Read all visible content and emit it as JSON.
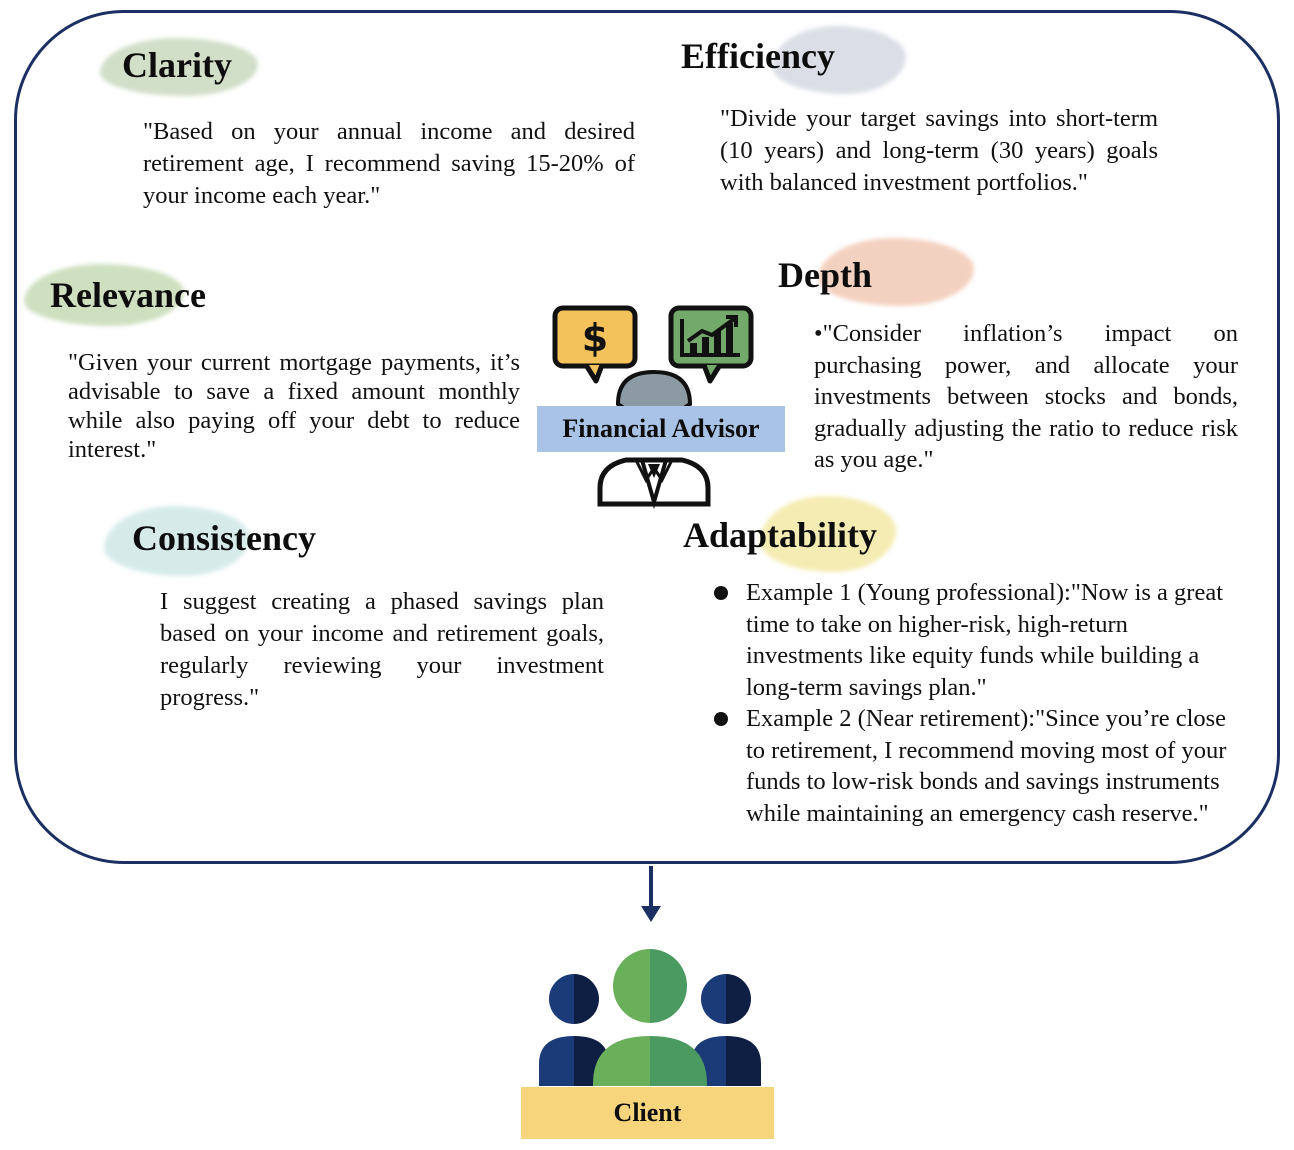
{
  "advisor": {
    "label": "Financial Advisor",
    "icons": [
      "dollar-bubble-icon",
      "growth-chart-bubble-icon",
      "advisor-person-icon"
    ]
  },
  "client": {
    "label": "Client",
    "icon": "client-group-icon"
  },
  "sections": {
    "clarity": {
      "title": "Clarity",
      "text": "\"Based on your annual income and desired retirement age, I recommend saving 15-20% of your income each year.\"",
      "brush_color": "#c9d9bf"
    },
    "efficiency": {
      "title": "Efficiency",
      "text": "\"Divide your target savings into short-term (10 years) and long-term (30 years) goals with balanced investment portfolios.\"",
      "brush_color": "#d5d9e3"
    },
    "relevance": {
      "title": "Relevance",
      "text": "\"Given your current mortgage payments, it’s advisable to save a fixed amount monthly while also paying off your debt to reduce interest.\"",
      "brush_color": "#c6dbb6"
    },
    "depth": {
      "title": "Depth",
      "text": "•\"Consider inflation’s impact on purchasing power, and allocate your investments between stocks and bonds, gradually adjusting the ratio to reduce risk as you age.\"",
      "brush_color": "#f2c9b6"
    },
    "consistency": {
      "title": "Consistency",
      "text": "I suggest creating a phased savings plan based on your income and retirement goals, regularly reviewing your investment progress.\"",
      "brush_color": "#cfe8e6"
    },
    "adaptability": {
      "title": "Adaptability",
      "examples": [
        "Example 1 (Young professional):\"Now is a great time to take on higher-risk, high-return investments like equity funds while building a long-term savings plan.\"",
        "Example 2 (Near retirement):\"Since you’re close to retirement, I recommend moving most of your funds to low-risk bonds and savings instruments while maintaining an emergency cash reserve.\""
      ],
      "brush_color": "#f4e9a6"
    }
  },
  "colors": {
    "frame": "#1b2f63",
    "arrow": "#1b2f63",
    "advisor_label_bg": "#a9c3e6",
    "client_label_bg": "#f7d57d",
    "client_green": "#6aaf5a",
    "client_navy": "#1b3a78"
  }
}
